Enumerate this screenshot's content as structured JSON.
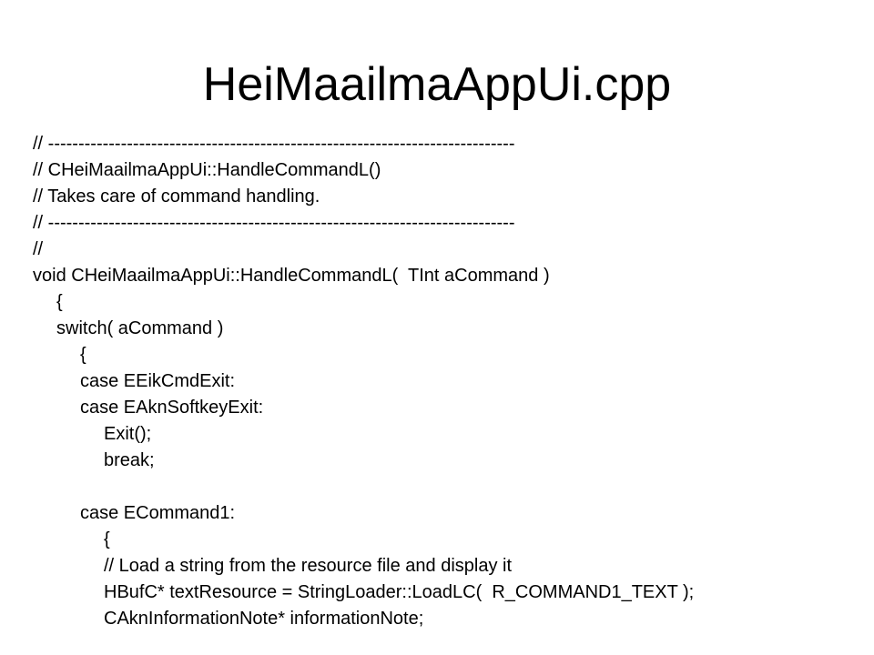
{
  "slide": {
    "title": "HeiMaailmaAppUi.cpp",
    "code_lines": [
      "// -----------------------------------------------------------------------------",
      "// CHeiMaailmaAppUi::HandleCommandL()",
      "// Takes care of command handling.",
      "// -----------------------------------------------------------------------------",
      "//",
      "void CHeiMaailmaAppUi::HandleCommandL(  TInt aCommand )",
      "{",
      "switch( aCommand )",
      "{",
      "case EEikCmdExit:",
      "case EAknSoftkeyExit:",
      "Exit();",
      "break;",
      "",
      "case ECommand1:",
      "{",
      "// Load a string from the resource file and display it",
      "HBufC* textResource = StringLoader::LoadLC(  R_COMMAND1_TEXT );",
      "CAknInformationNote* informationNote;"
    ]
  }
}
